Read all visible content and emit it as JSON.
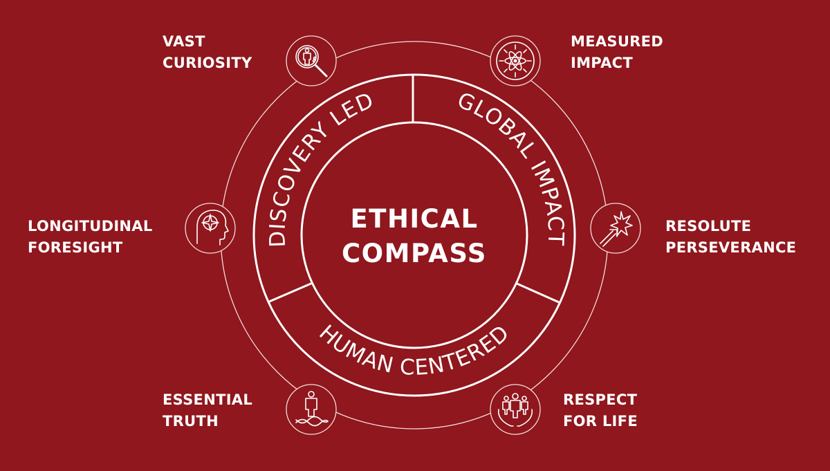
{
  "theme": {
    "background": "#8f171d",
    "foreground": "#ffffff"
  },
  "center": {
    "line1": "ETHICAL",
    "line2": "COMPASS"
  },
  "ring_segments": [
    {
      "label": "DISCOVERY LED"
    },
    {
      "label": "GLOBAL IMPACT"
    },
    {
      "label": "HUMAN CENTERED"
    }
  ],
  "attributes": [
    {
      "id": "vast-curiosity",
      "line1": "VAST",
      "line2": "CURIOSITY",
      "icon": "magnifier-person-icon"
    },
    {
      "id": "measured-impact",
      "line1": "MEASURED",
      "line2": "IMPACT",
      "icon": "atom-arrows-icon"
    },
    {
      "id": "longitudinal-foresight",
      "line1": "LONGITUDINAL",
      "line2": "FORESIGHT",
      "icon": "head-compass-icon"
    },
    {
      "id": "resolute-perseverance",
      "line1": "RESOLUTE",
      "line2": "PERSEVERANCE",
      "icon": "arrow-star-icon"
    },
    {
      "id": "essential-truth",
      "line1": "ESSENTIAL",
      "line2": "TRUTH",
      "icon": "person-dna-icon"
    },
    {
      "id": "respect-for-life",
      "line1": "RESPECT",
      "line2": "FOR LIFE",
      "icon": "hands-people-icon"
    }
  ]
}
